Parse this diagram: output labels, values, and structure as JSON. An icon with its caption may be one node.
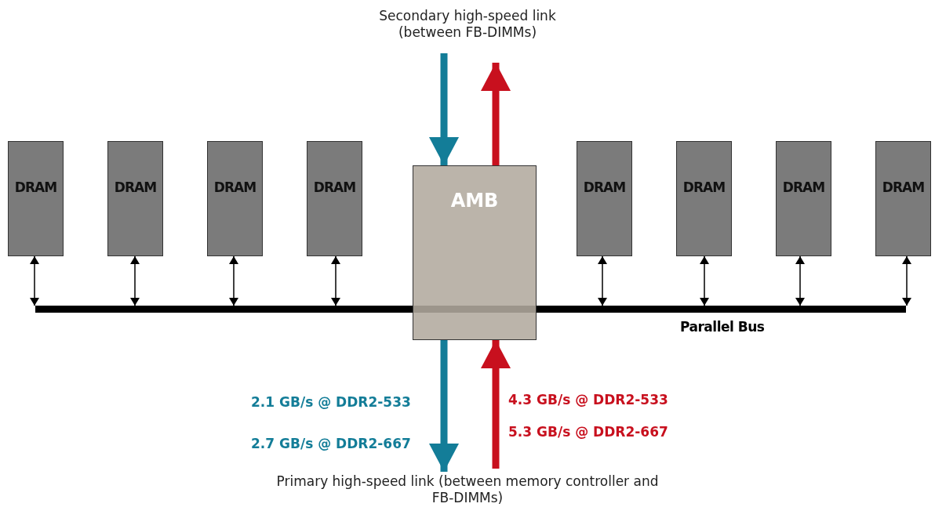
{
  "diagram": {
    "nodes": [
      {
        "text": [
          "Secondary high-speed link (between FB-DIMMs)"
        ]
      },
      {
        "text": [
          "DRAM"
        ]
      },
      {
        "text": [
          "DRAM"
        ]
      },
      {
        "text": [
          "DRAM"
        ]
      },
      {
        "text": [
          "DRAM"
        ]
      },
      {
        "text": [
          "AMB"
        ]
      },
      {
        "text": [
          "DRAM"
        ]
      },
      {
        "text": [
          "DRAM"
        ]
      },
      {
        "text": [
          "DRAM"
        ]
      },
      {
        "text": [
          "DRAM"
        ]
      },
      {
        "text": [
          "Parallel Bus"
        ]
      },
      {
        "text": [
          "Primary high-speed link (between memory controller and FB-DIMMs)"
        ]
      }
    ],
    "edges": [
      {
        "from": 0,
        "to": 5,
        "arrow": "to",
        "style": "thick",
        "color": "#137d98"
      },
      {
        "from": 5,
        "to": 0,
        "arrow": "to",
        "style": "thick",
        "color": "#c8101e"
      },
      {
        "from": 5,
        "to": 11,
        "arrow": "to",
        "style": "thick",
        "color": "#137d98"
      },
      {
        "from": 11,
        "to": 5,
        "arrow": "to",
        "style": "thick",
        "color": "#c8101e"
      },
      {
        "from": 1,
        "to": 10,
        "arrow": "both"
      },
      {
        "from": 2,
        "to": 10,
        "arrow": "both"
      },
      {
        "from": 3,
        "to": 10,
        "arrow": "both"
      },
      {
        "from": 4,
        "to": 10,
        "arrow": "both"
      },
      {
        "from": 6,
        "to": 10,
        "arrow": "both"
      },
      {
        "from": 7,
        "to": 10,
        "arrow": "both"
      },
      {
        "from": 8,
        "to": 10,
        "arrow": "both"
      },
      {
        "from": 9,
        "to": 10,
        "arrow": "both"
      }
    ],
    "labels": [
      "2.1 GB/s @ DDR2-533",
      "4.3 GB/s @ DDR2-533",
      "2.7 GB/s @ DDR2-667",
      "5.3 GB/s @ DDR2-667"
    ]
  }
}
